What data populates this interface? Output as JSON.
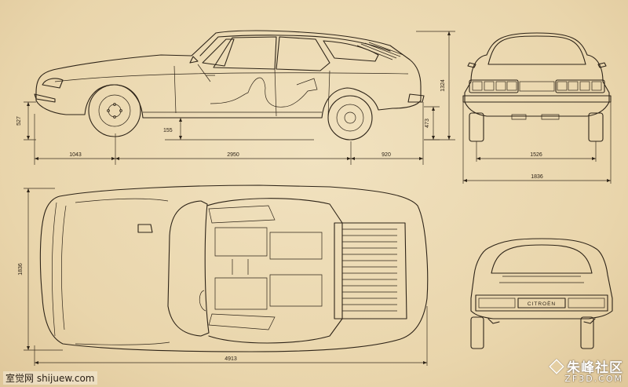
{
  "dimensions": {
    "front_overhang": "1043",
    "wheelbase": "2950",
    "rear_overhang": "920",
    "height": "1324",
    "front_wheel_height": "527",
    "rear_wheel_height": "473",
    "ground_clearance": "155",
    "track": "1526",
    "overall_width_front": "1836",
    "overall_width_plan": "1836",
    "overall_length": "4913"
  },
  "badge_text": "CITROËN",
  "watermark_left": "室觉网 shijuew.com",
  "watermark_right_cn": "朱峰社区",
  "watermark_right_en": "ZF3D.COM",
  "colors": {
    "paper": "#ecd9b2",
    "ink": "#2e2418"
  }
}
